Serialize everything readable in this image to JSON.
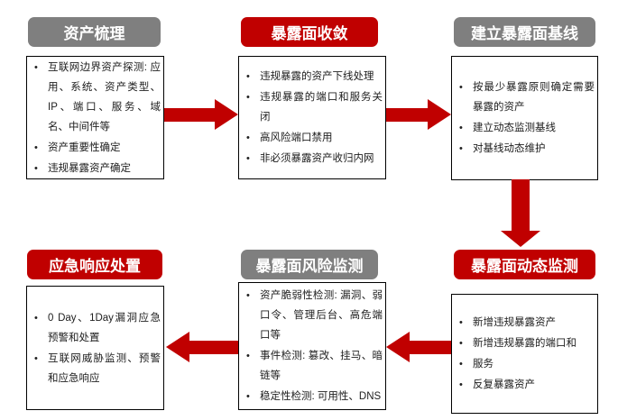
{
  "colors": {
    "accent_red": "#C00000",
    "accent_gray": "#7F7F7F",
    "body_text": "#202020",
    "box_border": "#000000",
    "header_text": "#FFFFFF",
    "background": "#FFFFFF"
  },
  "boxes": [
    {
      "id": "asset-inventory",
      "title": "资产梳理",
      "variant": "gray",
      "bullets": [
        "互联网边界资产探测: 应用、系统、资产类型、IP、端口、服务、域名、中间件等",
        "资产重要性确定",
        "违规暴露资产确定"
      ]
    },
    {
      "id": "exposure-convergence",
      "title": "暴露面收敛",
      "variant": "red",
      "bullets": [
        "违规暴露的资产下线处理",
        "违规暴露的端口和服务关闭",
        "高风险端口禁用",
        "非必须暴露资产收归内网"
      ]
    },
    {
      "id": "exposure-baseline",
      "title": "建立暴露面基线",
      "variant": "gray",
      "bullets": [
        "按最少暴露原则确定需要暴露的资产",
        "建立动态监测基线",
        "对基线动态维护"
      ]
    },
    {
      "id": "emergency-response",
      "title": "应急响应处置",
      "variant": "red",
      "bullets": [
        "0 Day、1Day漏洞应急预警和处置",
        "互联网威胁监测、预警和应急响应"
      ]
    },
    {
      "id": "exposure-risk-monitoring",
      "title": "暴露面风险监测",
      "variant": "gray",
      "bullets": [
        "资产脆弱性检测: 漏洞、弱口令、管理后台、高危端口等",
        "事件检测: 篡改、挂马、暗链等",
        "稳定性检测: 可用性、DNS"
      ]
    },
    {
      "id": "exposure-dynamic-monitoring",
      "title": "暴露面动态监测",
      "variant": "red",
      "bullets": [
        "新增违规暴露资产",
        "新增违规暴露的端口和",
        "服务",
        "反复暴露资产"
      ]
    }
  ],
  "arrows": [
    {
      "id": "arrow-1",
      "from": "资产梳理",
      "to": "暴露面收敛",
      "direction": "right"
    },
    {
      "id": "arrow-2",
      "from": "暴露面收敛",
      "to": "建立暴露面基线",
      "direction": "right"
    },
    {
      "id": "arrow-3",
      "from": "建立暴露面基线",
      "to": "暴露面动态监测",
      "direction": "down"
    },
    {
      "id": "arrow-4",
      "from": "暴露面动态监测",
      "to": "暴露面风险监测",
      "direction": "left"
    },
    {
      "id": "arrow-5",
      "from": "暴露面风险监测",
      "to": "应急响应处置",
      "direction": "left"
    }
  ]
}
